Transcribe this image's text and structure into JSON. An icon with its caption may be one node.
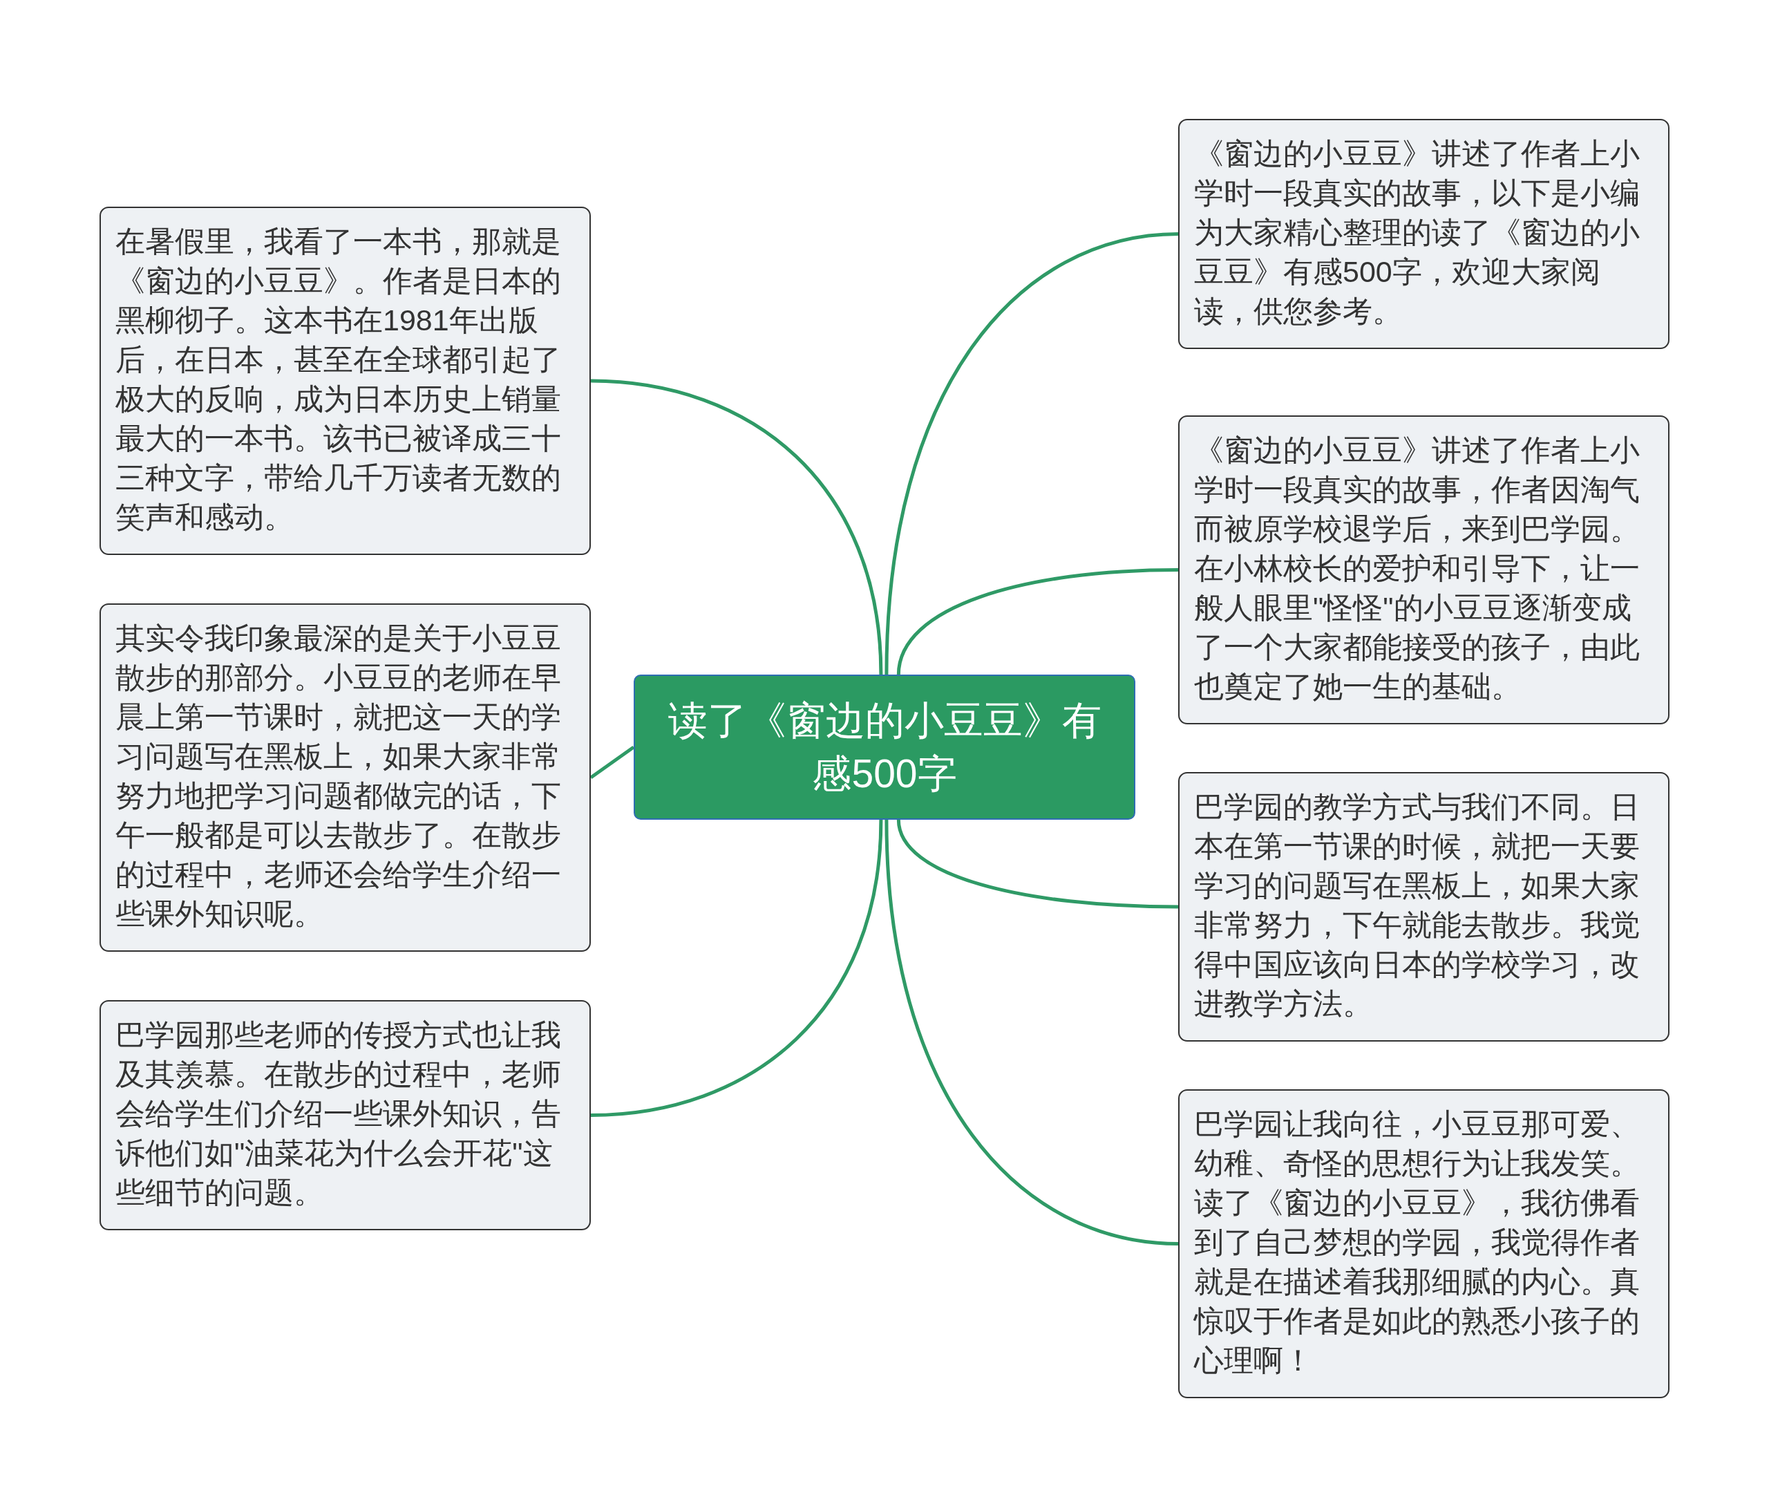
{
  "diagram": {
    "nodes": [
      {
        "text": [
          "读了《窗边的小豆豆》有感500字"
        ]
      },
      {
        "text": [
          "《窗边的小豆豆》讲述了作者上小学时一段真实的故事，以下是小编为大家精心整理的读了《窗边的小豆豆》有感500字，欢迎大家阅读，供您参考。"
        ]
      },
      {
        "text": [
          "《窗边的小豆豆》讲述了作者上小学时一段真实的故事，作者因淘气而被原学校退学后，来到巴学园。在小林校长的爱护和引导下，让一般人眼里\"怪怪\"的小豆豆逐渐变成了一个大家都能接受的孩子，由此也奠定了她一生的基础。"
        ]
      },
      {
        "text": [
          "巴学园的教学方式与我们不同。日本在第一节课的时候，就把一天要学习的问题写在黑板上，如果大家非常努力，下午就能去散步。我觉得中国应该向日本的学校学习，改进教学方法。"
        ]
      },
      {
        "text": [
          "巴学园让我向往，小豆豆那可爱、幼稚、奇怪的思想行为让我发笑。读了《窗边的小豆豆》，我彷佛看到了自己梦想的学园，我觉得作者就是在描述着我那细腻的内心。真惊叹于作者是如此的熟悉小孩子的心理啊！"
        ]
      },
      {
        "text": [
          "在暑假里，我看了一本书，那就是《窗边的小豆豆》。作者是日本的黑柳彻子。这本书在1981年出版后，在日本，甚至在全球都引起了极大的反响，成为日本历史上销量最大的一本书。该书已被译成三十三种文字，带给几千万读者无数的笑声和感动。"
        ]
      },
      {
        "text": [
          "其实令我印象最深的是关于小豆豆散步的那部分。小豆豆的老师在早晨上第一节课时，就把这一天的学习问题写在黑板上，如果大家非常努力地把学习问题都做完的话，下午一般都是可以去散步了。在散步的过程中，老师还会给学生介绍一些课外知识呢。"
        ]
      },
      {
        "text": [
          "巴学园那些老师的传授方式也让我及其羡慕。在散步的过程中，老师会给学生们介绍一些课外知识，告诉他们如\"油菜花为什么会开花\"这些细节的问题。"
        ]
      }
    ],
    "edges": [
      {
        "from": 0,
        "to": 1,
        "arrow": "none"
      },
      {
        "from": 0,
        "to": 2,
        "arrow": "none"
      },
      {
        "from": 0,
        "to": 3,
        "arrow": "none"
      },
      {
        "from": 0,
        "to": 4,
        "arrow": "none"
      },
      {
        "from": 0,
        "to": 5,
        "arrow": "none"
      },
      {
        "from": 0,
        "to": 6,
        "arrow": "none"
      },
      {
        "from": 0,
        "to": 7,
        "arrow": "none"
      }
    ]
  }
}
